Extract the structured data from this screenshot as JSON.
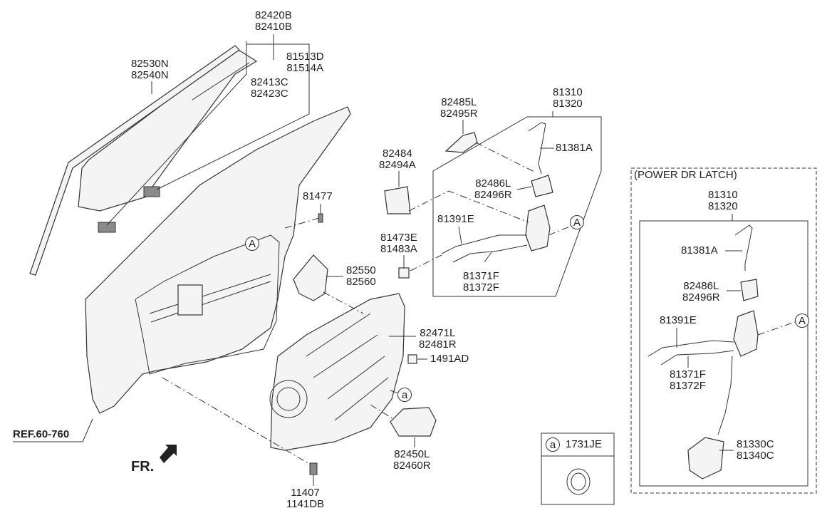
{
  "labels": {
    "p82420": [
      "82420B",
      "82410B"
    ],
    "p82530": [
      "82530N",
      "82540N"
    ],
    "p81513": [
      "81513D",
      "81514A"
    ],
    "p82413": [
      "82413C",
      "82423C"
    ],
    "p81477": [
      "81477"
    ],
    "p82485": [
      "82485L",
      "82495R"
    ],
    "p82484": [
      "82484",
      "82494A"
    ],
    "p81310a": [
      "81310",
      "81320"
    ],
    "p81381a": [
      "81381A"
    ],
    "p82486a": [
      "82486L",
      "82496R"
    ],
    "p81391a": [
      "81391E"
    ],
    "p81473": [
      "81473E",
      "81483A"
    ],
    "p81371a": [
      "81371F",
      "81372F"
    ],
    "p82550": [
      "82550",
      "82560"
    ],
    "p82471": [
      "82471L",
      "82481R"
    ],
    "p1491": [
      "1491AD"
    ],
    "p82450": [
      "82450L",
      "82460R"
    ],
    "p11407": [
      "11407",
      "1141DB"
    ],
    "ref": [
      "REF.60-760"
    ],
    "fr": [
      "FR."
    ],
    "power_title": [
      "(POWER DR LATCH)"
    ],
    "p81310b": [
      "81310",
      "81320"
    ],
    "p81381b": [
      "81381A"
    ],
    "p82486b": [
      "82486L",
      "82496R"
    ],
    "p81391b": [
      "81391E"
    ],
    "p81371b": [
      "81371F",
      "81372F"
    ],
    "p81330": [
      "81330C",
      "81340C"
    ],
    "legend_code": [
      "1731JE"
    ]
  },
  "markers": {
    "a": "a",
    "A": "A"
  }
}
